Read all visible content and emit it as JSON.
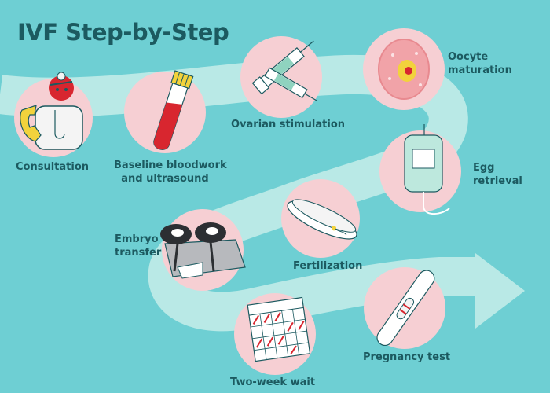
{
  "title": "IVF Step-by-Step",
  "steps": [
    {
      "label": "Consultation",
      "icon": "doctor-with-phone-icon"
    },
    {
      "label_line1": "Baseline bloodwork",
      "label_line2": "and ultrasound",
      "icon": "blood-test-tube-icon"
    },
    {
      "label": "Ovarian stimulation",
      "icon": "syringe-icon"
    },
    {
      "label_line1": "Oocyte",
      "label_line2": "maturation",
      "icon": "oocyte-icon"
    },
    {
      "label_line1": "Egg",
      "label_line2": "retrieval",
      "icon": "iv-bag-icon"
    },
    {
      "label": "Fertilization",
      "icon": "petri-dish-icon"
    },
    {
      "label_line1": "Embryo",
      "label_line2": "transfer",
      "icon": "stirrups-exam-table-icon"
    },
    {
      "label": "Two-week wait",
      "icon": "calendar-icon"
    },
    {
      "label": "Pregnancy test",
      "icon": "pregnancy-test-icon"
    }
  ],
  "colors": {
    "background": "#6ecfd3",
    "path": "#b9e9e6",
    "circle": "#f6cfd3",
    "text": "#1c5a60",
    "accent_red": "#d8262f"
  }
}
